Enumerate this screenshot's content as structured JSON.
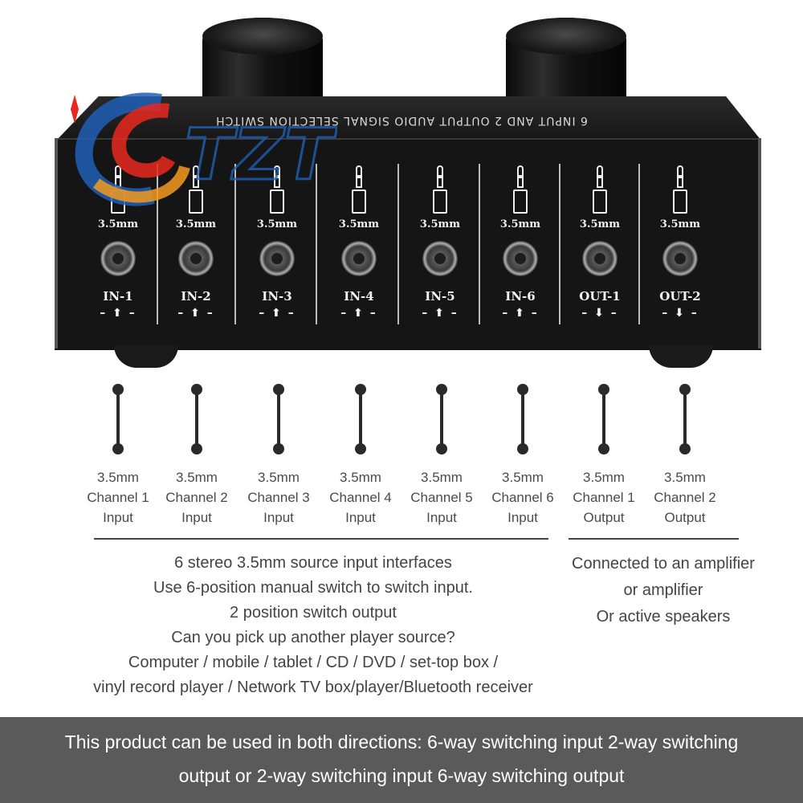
{
  "device": {
    "top_label": "6 INPUT AND 2 OUTPUT AUDIO SIGNAL SELECTION SWITCH",
    "ports": [
      {
        "size": "3.5mm",
        "label": "IN-1",
        "arrow": "– ⬆ –"
      },
      {
        "size": "3.5mm",
        "label": "IN-2",
        "arrow": "– ⬆ –"
      },
      {
        "size": "3.5mm",
        "label": "IN-3",
        "arrow": "– ⬆ –"
      },
      {
        "size": "3.5mm",
        "label": "IN-4",
        "arrow": "– ⬆ –"
      },
      {
        "size": "3.5mm",
        "label": "IN-5",
        "arrow": "– ⬆ –"
      },
      {
        "size": "3.5mm",
        "label": "IN-6",
        "arrow": "– ⬆ –"
      },
      {
        "size": "3.5mm",
        "label": "OUT-1",
        "arrow": "– ⬇ –"
      },
      {
        "size": "3.5mm",
        "label": "OUT-2",
        "arrow": "– ⬇ –"
      }
    ],
    "logo_text": "TZT",
    "logo_colors": {
      "red": "#e8281e",
      "blue": "#1f5fb5",
      "orange": "#f39a1e"
    }
  },
  "captions": [
    {
      "line1": "3.5mm",
      "line2": "Channel 1",
      "line3": "Input"
    },
    {
      "line1": "3.5mm",
      "line2": "Channel 2",
      "line3": "Input"
    },
    {
      "line1": "3.5mm",
      "line2": "Channel 3",
      "line3": "Input"
    },
    {
      "line1": "3.5mm",
      "line2": "Channel 4",
      "line3": "Input"
    },
    {
      "line1": "3.5mm",
      "line2": "Channel 5",
      "line3": "Input"
    },
    {
      "line1": "3.5mm",
      "line2": "Channel 6",
      "line3": "Input"
    },
    {
      "line1": "3.5mm",
      "line2": "Channel 1",
      "line3": "Output"
    },
    {
      "line1": "3.5mm",
      "line2": "Channel 2",
      "line3": "Output"
    }
  ],
  "input_description": [
    "6 stereo 3.5mm source input interfaces",
    "Use 6-position manual switch to switch input.",
    "2 position switch output",
    "Can you pick up another player source?",
    "Computer / mobile / tablet / CD / DVD / set-top box /",
    "vinyl record player / Network TV box/player/Bluetooth receiver"
  ],
  "output_description": [
    "Connected to an amplifier",
    "or amplifier",
    "Or active speakers"
  ],
  "footer": {
    "line1": "This product can be used in both directions: 6-way switching input 2-way switching",
    "line2": "output or 2-way switching input 6-way switching output"
  }
}
